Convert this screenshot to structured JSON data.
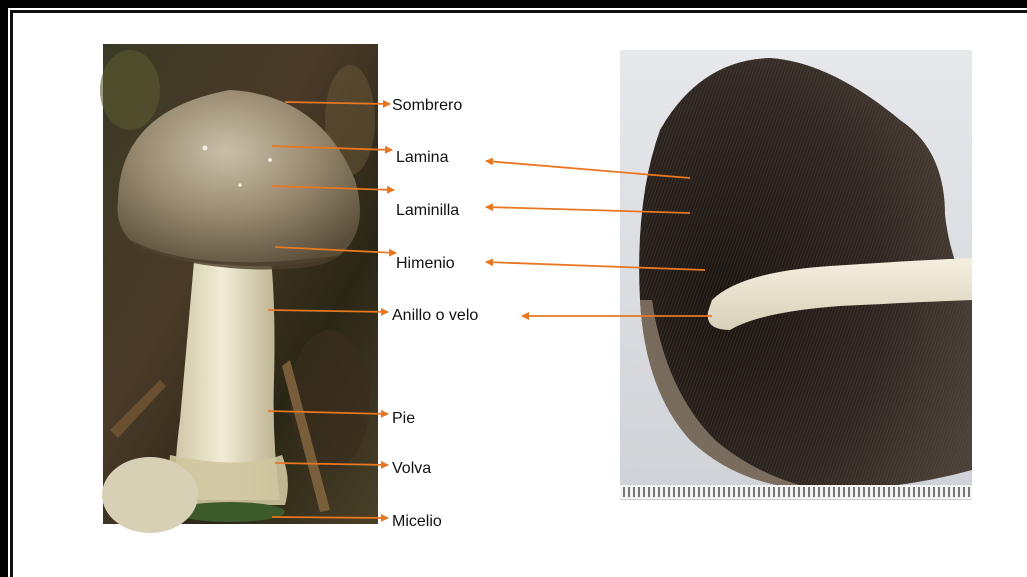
{
  "diagram": {
    "labels": {
      "sombrero": "Sombrero",
      "lamina": "Lamina",
      "laminilla": "Laminilla",
      "himenio": "Himenio",
      "anillo": "Anillo o velo",
      "pie": "Pie",
      "volva": "Volva",
      "micelio": "Micelio"
    },
    "colors": {
      "arrow": "#E87722",
      "background_dark": "#2a2a1c",
      "cap_brown": "#8a7d66",
      "stem_cream": "#e8e2c8",
      "gills_dark": "#2b2420",
      "photo_bg_light": "#d9dbe0"
    }
  }
}
